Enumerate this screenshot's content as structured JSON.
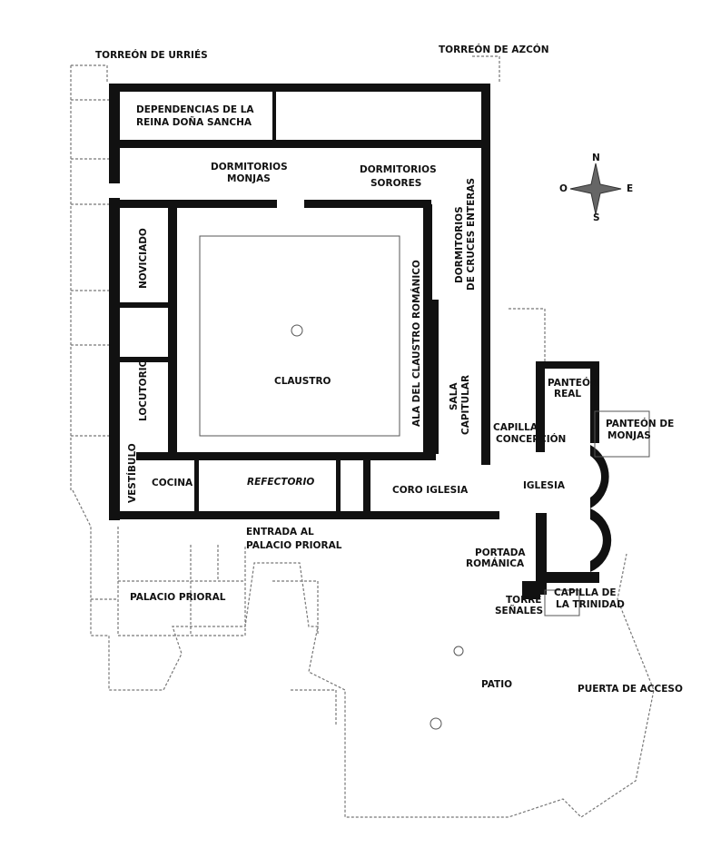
{
  "labels": {
    "torreon_urries": "TORREÓN DE URRIÉS",
    "torreon_azcon": "TORREÓN DE AZCÓN",
    "dependencias_1": "DEPENDENCIAS DE LA",
    "dependencias_2": "REINA DOÑA SANCHA",
    "dorm_monjas_1": "DORMITORIOS",
    "dorm_monjas_2": "MONJAS",
    "dorm_sorores_1": "DORMITORIOS",
    "dorm_sorores_2": "SORORES",
    "dorm_cruces_1": "DORMITORIOS",
    "dorm_cruces_2": "DE CRUCES ENTERAS",
    "noviciado": "NOVICIADO",
    "locutorio": "LOCUTORIO",
    "vestibulo": "VESTÍBULO",
    "claustro": "CLAUSTRO",
    "ala_claustro": "ALA DEL CLAUSTRO ROMÁNICO",
    "sala_1": "SALA",
    "sala_2": "CAPITULAR",
    "cocina": "COCINA",
    "refectorio": "REFECTORIO",
    "coro": "CORO IGLESIA",
    "iglesia": "IGLESIA",
    "capilla_conc_1": "CAPILLA",
    "capilla_conc_2": "CONCEPCIÓN",
    "panteon_real_1": "PANTEÓN",
    "panteon_real_2": "REAL",
    "panteon_monjas_1": "PANTEÓN DE",
    "panteon_monjas_2": "MONJAS",
    "entrada_1": "ENTRADA AL",
    "entrada_2": "PALACIO PRIORAL",
    "portada_1": "PORTADA",
    "portada_2": "ROMÁNICA",
    "torre_1": "TORRE",
    "torre_2": "SEÑALES",
    "capilla_trin_1": "CAPILLA DE",
    "capilla_trin_2": "LA TRINIDAD",
    "palacio_prioral": "PALACIO PRIORAL",
    "patio": "PATIO",
    "puerta": "PUERTA DE ACCESO"
  },
  "compass": {
    "n": "N",
    "e": "E",
    "s": "S",
    "o": "O"
  }
}
